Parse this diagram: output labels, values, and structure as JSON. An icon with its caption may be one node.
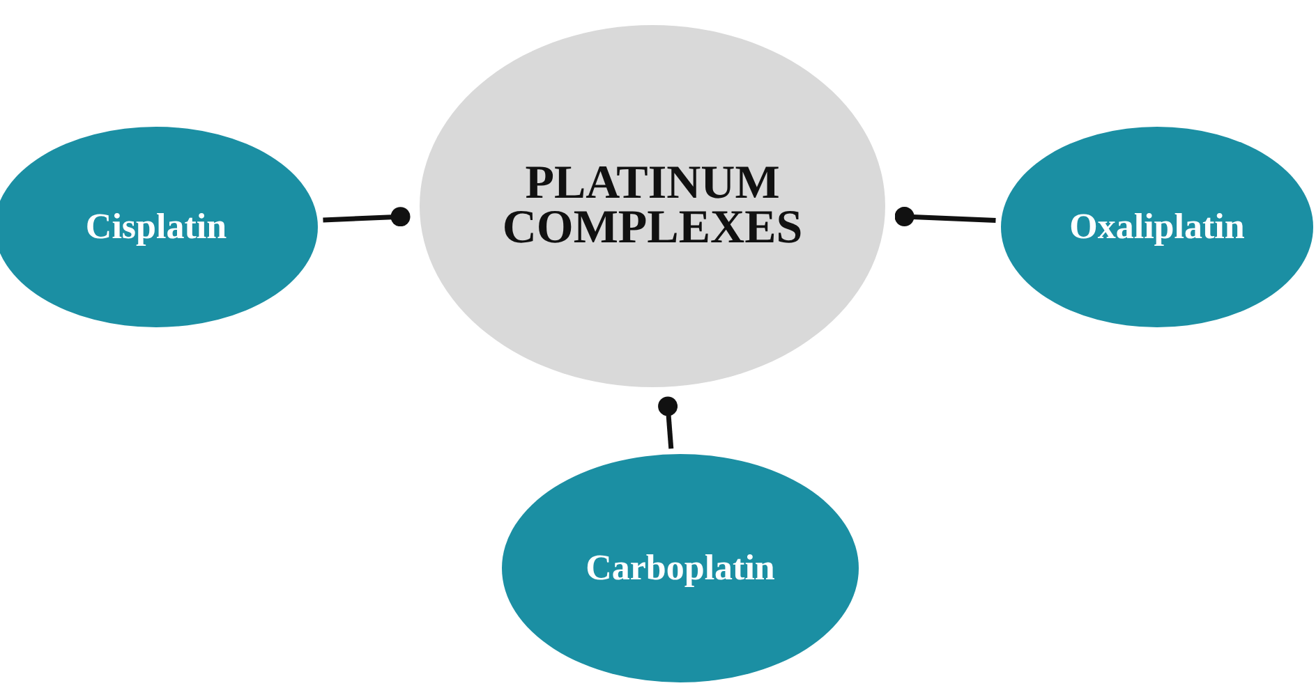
{
  "diagram": {
    "nodes": [
      {
        "text": [
          "PLATINUM COMPLEXES"
        ]
      },
      {
        "text": [
          "Cisplatin"
        ]
      },
      {
        "text": [
          "Oxaliplatin"
        ]
      },
      {
        "text": [
          "Carboplatin"
        ]
      }
    ],
    "edges": [
      {
        "from": 1,
        "to": 0,
        "arrow": "other"
      },
      {
        "from": 2,
        "to": 0,
        "arrow": "other"
      },
      {
        "from": 3,
        "to": 0,
        "arrow": "other"
      }
    ]
  }
}
